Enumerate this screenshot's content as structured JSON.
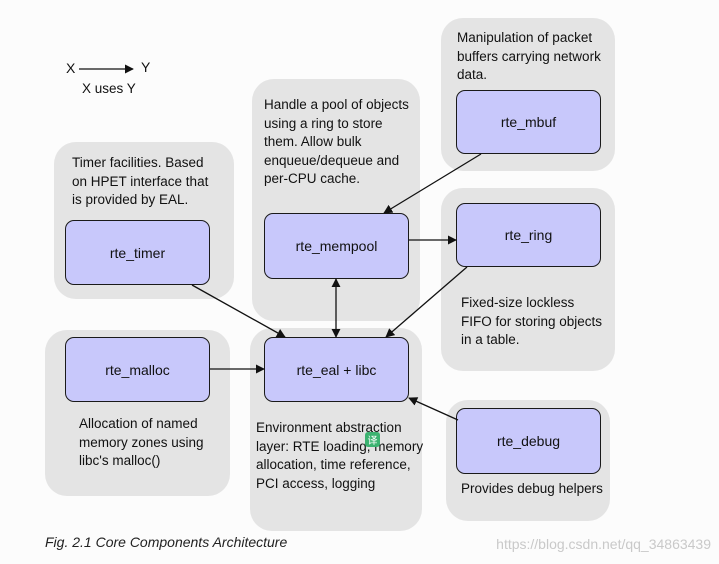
{
  "legend": {
    "x_label": "X",
    "y_label": "Y",
    "note": "X uses Y"
  },
  "components": {
    "rte_mbuf": "rte_mbuf",
    "rte_mempool": "rte_mempool",
    "rte_ring": "rte_ring",
    "rte_timer": "rte_timer",
    "rte_malloc": "rte_malloc",
    "rte_eal": "rte_eal + libc",
    "rte_debug": "rte_debug"
  },
  "descriptions": {
    "mbuf": "Manipulation of packet\nbuffers carrying network\ndata.",
    "mempool": "Handle a pool of objects\nusing a ring to store\nthem. Allow bulk\nenqueue/dequeue and\nper-CPU cache.",
    "timer": "Timer facilities. Based\non HPET interface that\nis provided by EAL.",
    "ring": "Fixed-size lockless\nFIFO for storing objects\nin a table.",
    "malloc": "Allocation of named\nmemory zones using\nlibc's malloc()",
    "eal": "Environment abstraction\nlayer: RTE loading, memory\nallocation, time reference,\nPCI access, logging",
    "debug": "Provides debug helpers"
  },
  "caption": "Fig. 2.1 Core Components Architecture",
  "watermark": "https://blog.csdn.net/qq_34863439",
  "badge": "译",
  "colors": {
    "panel": "#e4e4e4",
    "component": "#c8c8fb",
    "line": "#111111"
  }
}
